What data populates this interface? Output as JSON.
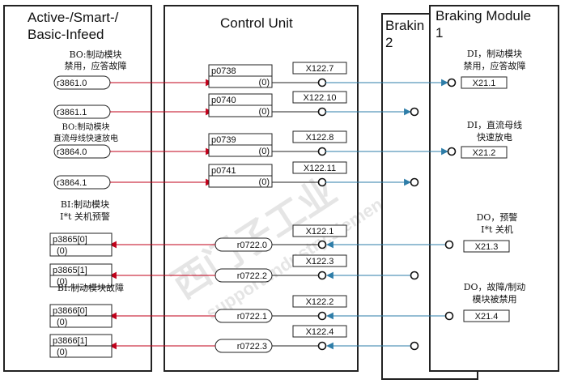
{
  "colors": {
    "frame": "#222222",
    "red_arrow": "#c0001a",
    "blue_arrow": "#2e7da8",
    "watermark": "#c9c9c9"
  },
  "modules": {
    "infeed": "Active-/Smart-/\nBasic-Infeed",
    "control": "Control Unit",
    "braking2": "Brakin\n2",
    "braking1": "Braking Module\n1"
  },
  "infeed": {
    "note_bo1": "BO:制动模块\n禁用，应答故障",
    "note_bo2": "BO:制动模块\n直流母线快速放电",
    "note_bi1": "BI:制动模块\nI*t 关机预警",
    "note_bi2": "BI:制动模块故障",
    "outputs": [
      "r3861.0",
      "r3861.1",
      "r3864.0",
      "r3864.1"
    ],
    "inputs": [
      {
        "param": "p3865[0]",
        "value": "(0)"
      },
      {
        "param": "p3865[1]",
        "value": "(0)"
      },
      {
        "param": "p3866[0]",
        "value": "(0)"
      },
      {
        "param": "p3866[1]",
        "value": "(0)"
      }
    ]
  },
  "control": {
    "inputs": [
      {
        "param": "p0738",
        "value": "(0)"
      },
      {
        "param": "p0740",
        "value": "(0)"
      },
      {
        "param": "p0739",
        "value": "(0)"
      },
      {
        "param": "p0741",
        "value": "(0)"
      }
    ],
    "outputs": [
      "r0722.0",
      "r0722.2",
      "r0722.1",
      "r0722.3"
    ],
    "terminals": [
      "X122.7",
      "X122.10",
      "X122.8",
      "X122.11",
      "X122.1",
      "X122.3",
      "X122.2",
      "X122.4"
    ]
  },
  "braking1": {
    "notes": [
      "DI，制动模块\n禁用，应答故障",
      "DI，直流母线\n快速放电",
      "DO，预警\nI*t 关机",
      "DO，故障/制动\n模块被禁用"
    ],
    "terminals": [
      "X21.1",
      "X21.2",
      "X21.3",
      "X21.4"
    ]
  },
  "watermark": {
    "line1": "西门子工业",
    "line2": "support.industry.siemens.com/cs"
  }
}
